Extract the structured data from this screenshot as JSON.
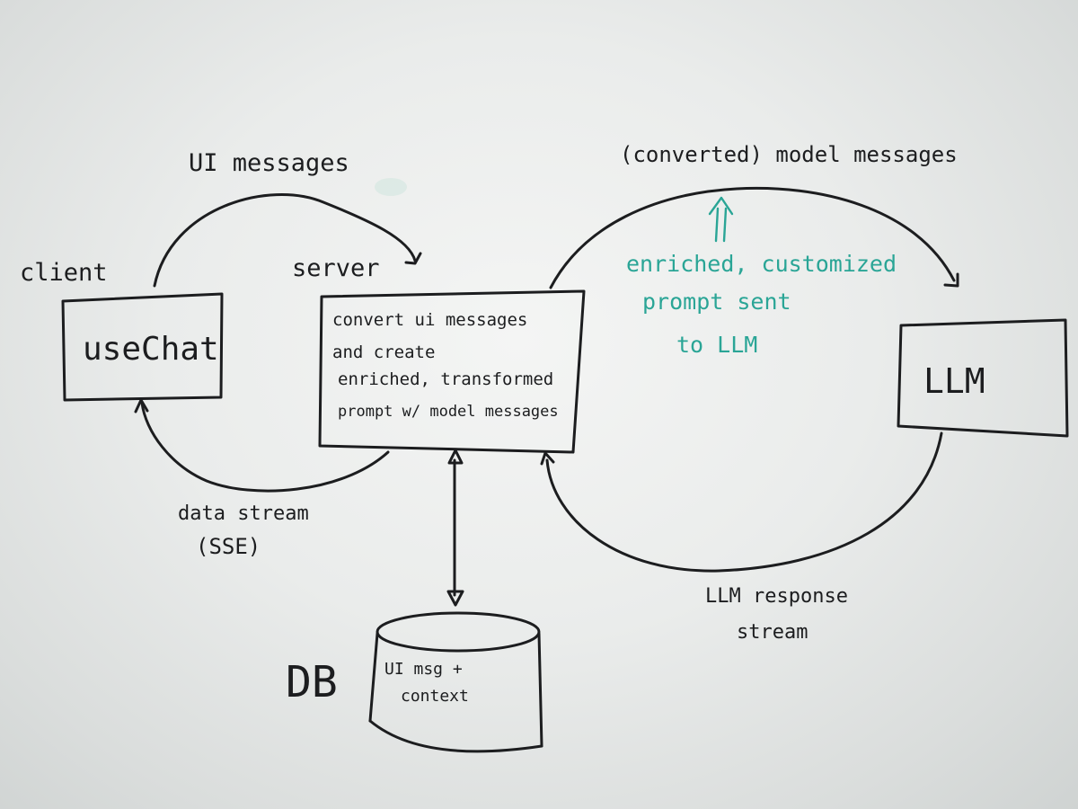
{
  "labels": {
    "client": "client",
    "server": "server",
    "ui_messages": "UI messages",
    "converted_model_messages": "(converted) model messages",
    "data_stream_line1": "data stream",
    "data_stream_line2": "(SSE)",
    "llm_response_line1": "LLM response",
    "llm_response_line2": "stream",
    "db": "DB"
  },
  "nodes": {
    "usechat": "useChat",
    "server_box_lines": [
      "convert ui messages",
      "and create",
      "enriched, transformed",
      "prompt w/ model messages"
    ],
    "llm": "LLM",
    "db_lines": [
      "UI msg +",
      "context"
    ]
  },
  "annotation": {
    "lines": [
      "enriched, customized",
      "prompt sent",
      "to LLM"
    ]
  },
  "colors": {
    "ink": "#1c1d1f",
    "teal_marker": "#2aa596",
    "whiteboard": "#eceeed"
  }
}
